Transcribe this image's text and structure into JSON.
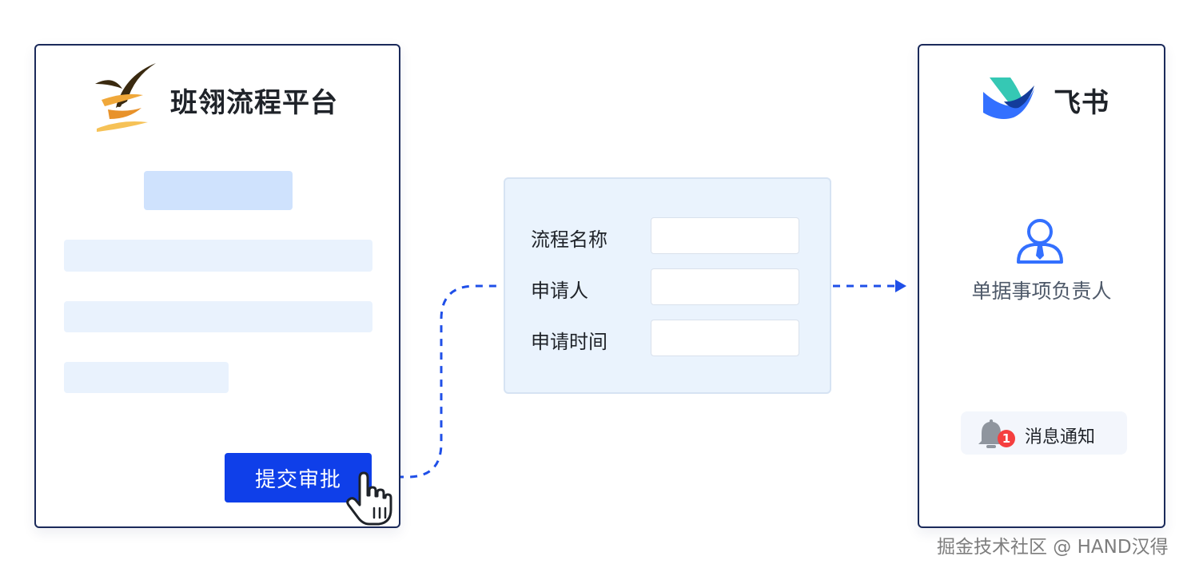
{
  "source_app": {
    "name": "班翎流程平台",
    "submit_label": "提交审批"
  },
  "form": {
    "fields": [
      {
        "label": "流程名称",
        "value": ""
      },
      {
        "label": "申请人",
        "value": ""
      },
      {
        "label": "申请时间",
        "value": ""
      }
    ]
  },
  "target_app": {
    "name": "飞书",
    "recipient_label": "单据事项负责人",
    "notification_label": "消息通知",
    "notification_count": "1"
  },
  "watermark": "掘金技术社区 @ HAND汉得",
  "colors": {
    "accent_blue": "#0f3fe9",
    "badge_red": "#f53f3f",
    "card_border": "#1b2a5a"
  }
}
